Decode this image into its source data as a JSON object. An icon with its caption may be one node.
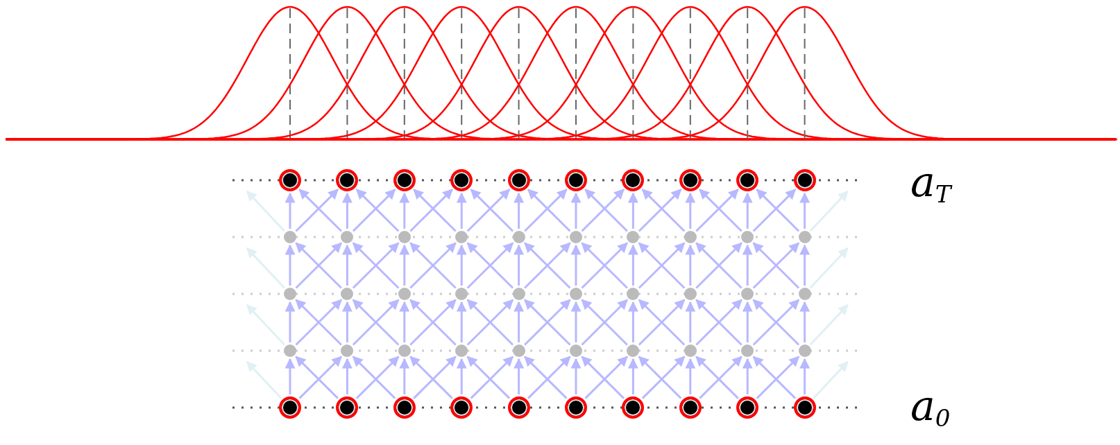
{
  "diagram": {
    "nodes": [
      {
        "text": [],
        "shape": "circle"
      },
      {
        "text": [],
        "shape": "circle"
      },
      {
        "text": [],
        "shape": "circle"
      },
      {
        "text": [],
        "shape": "circle"
      },
      {
        "text": [],
        "shape": "circle"
      },
      {
        "text": [],
        "shape": "circle"
      },
      {
        "text": [],
        "shape": "circle"
      },
      {
        "text": [],
        "shape": "circle"
      },
      {
        "text": [],
        "shape": "circle"
      },
      {
        "text": [],
        "shape": "circle"
      },
      {
        "text": [],
        "shape": "circle"
      },
      {
        "text": [],
        "shape": "circle"
      },
      {
        "text": [],
        "shape": "circle"
      },
      {
        "text": [],
        "shape": "circle"
      },
      {
        "text": [],
        "shape": "circle"
      },
      {
        "text": [],
        "shape": "circle"
      },
      {
        "text": [],
        "shape": "circle"
      },
      {
        "text": [],
        "shape": "circle"
      },
      {
        "text": [],
        "shape": "circle"
      },
      {
        "text": [],
        "shape": "circle"
      },
      {
        "text": [],
        "shape": "circle"
      },
      {
        "text": [],
        "shape": "circle"
      },
      {
        "text": [],
        "shape": "circle"
      },
      {
        "text": [],
        "shape": "circle"
      },
      {
        "text": [],
        "shape": "circle"
      },
      {
        "text": [],
        "shape": "circle"
      },
      {
        "text": [],
        "shape": "circle"
      },
      {
        "text": [],
        "shape": "circle"
      },
      {
        "text": [],
        "shape": "circle"
      },
      {
        "text": [],
        "shape": "circle"
      },
      {
        "text": [],
        "shape": "circle"
      },
      {
        "text": [],
        "shape": "circle"
      },
      {
        "text": [],
        "shape": "circle"
      },
      {
        "text": [],
        "shape": "circle"
      },
      {
        "text": [],
        "shape": "circle"
      },
      {
        "text": [],
        "shape": "circle"
      },
      {
        "text": [],
        "shape": "circle"
      },
      {
        "text": [],
        "shape": "circle"
      },
      {
        "text": [],
        "shape": "circle"
      },
      {
        "text": [],
        "shape": "circle"
      },
      {
        "text": [],
        "shape": "circle"
      },
      {
        "text": [],
        "shape": "circle"
      },
      {
        "text": [],
        "shape": "circle"
      },
      {
        "text": [],
        "shape": "circle"
      },
      {
        "text": [],
        "shape": "circle"
      },
      {
        "text": [],
        "shape": "circle"
      },
      {
        "text": [],
        "shape": "circle"
      },
      {
        "text": [],
        "shape": "circle"
      },
      {
        "text": [],
        "shape": "circle"
      },
      {
        "text": [],
        "shape": "circle"
      }
    ],
    "edges": [
      {
        "from": 40,
        "to": null,
        "arrow": "to",
        "color": "#e0f0f4"
      },
      {
        "from": 40,
        "to": 30,
        "arrow": "to"
      },
      {
        "from": 40,
        "to": 31,
        "arrow": "to"
      },
      {
        "from": 41,
        "to": 30,
        "arrow": "to"
      },
      {
        "from": 41,
        "to": 31,
        "arrow": "to"
      },
      {
        "from": 41,
        "to": 32,
        "arrow": "to"
      },
      {
        "from": 42,
        "to": 31,
        "arrow": "to"
      },
      {
        "from": 42,
        "to": 32,
        "arrow": "to"
      },
      {
        "from": 42,
        "to": 33,
        "arrow": "to"
      },
      {
        "from": 43,
        "to": 32,
        "arrow": "to"
      },
      {
        "from": 43,
        "to": 33,
        "arrow": "to"
      },
      {
        "from": 43,
        "to": 34,
        "arrow": "to"
      },
      {
        "from": 44,
        "to": 33,
        "arrow": "to"
      },
      {
        "from": 44,
        "to": 34,
        "arrow": "to"
      },
      {
        "from": 44,
        "to": 35,
        "arrow": "to"
      },
      {
        "from": 45,
        "to": 34,
        "arrow": "to"
      },
      {
        "from": 45,
        "to": 35,
        "arrow": "to"
      },
      {
        "from": 45,
        "to": 36,
        "arrow": "to"
      },
      {
        "from": 46,
        "to": 35,
        "arrow": "to"
      },
      {
        "from": 46,
        "to": 36,
        "arrow": "to"
      },
      {
        "from": 46,
        "to": 37,
        "arrow": "to"
      },
      {
        "from": 47,
        "to": 36,
        "arrow": "to"
      },
      {
        "from": 47,
        "to": 37,
        "arrow": "to"
      },
      {
        "from": 47,
        "to": 38,
        "arrow": "to"
      },
      {
        "from": 48,
        "to": 37,
        "arrow": "to"
      },
      {
        "from": 48,
        "to": 38,
        "arrow": "to"
      },
      {
        "from": 48,
        "to": 39,
        "arrow": "to"
      },
      {
        "from": 49,
        "to": 38,
        "arrow": "to"
      },
      {
        "from": 49,
        "to": 39,
        "arrow": "to"
      },
      {
        "from": 49,
        "to": null,
        "arrow": "to",
        "color": "#e0f0f4"
      },
      {
        "from": 30,
        "to": null,
        "arrow": "to",
        "color": "#e0f0f4"
      },
      {
        "from": 30,
        "to": 20,
        "arrow": "to"
      },
      {
        "from": 30,
        "to": 21,
        "arrow": "to"
      },
      {
        "from": 31,
        "to": 20,
        "arrow": "to"
      },
      {
        "from": 31,
        "to": 21,
        "arrow": "to"
      },
      {
        "from": 31,
        "to": 22,
        "arrow": "to"
      },
      {
        "from": 32,
        "to": 21,
        "arrow": "to"
      },
      {
        "from": 32,
        "to": 22,
        "arrow": "to"
      },
      {
        "from": 32,
        "to": 23,
        "arrow": "to"
      },
      {
        "from": 33,
        "to": 22,
        "arrow": "to"
      },
      {
        "from": 33,
        "to": 23,
        "arrow": "to"
      },
      {
        "from": 33,
        "to": 24,
        "arrow": "to"
      },
      {
        "from": 34,
        "to": 23,
        "arrow": "to"
      },
      {
        "from": 34,
        "to": 24,
        "arrow": "to"
      },
      {
        "from": 34,
        "to": 25,
        "arrow": "to"
      },
      {
        "from": 35,
        "to": 24,
        "arrow": "to"
      },
      {
        "from": 35,
        "to": 25,
        "arrow": "to"
      },
      {
        "from": 35,
        "to": 26,
        "arrow": "to"
      },
      {
        "from": 36,
        "to": 25,
        "arrow": "to"
      },
      {
        "from": 36,
        "to": 26,
        "arrow": "to"
      },
      {
        "from": 36,
        "to": 27,
        "arrow": "to"
      },
      {
        "from": 37,
        "to": 26,
        "arrow": "to"
      },
      {
        "from": 37,
        "to": 27,
        "arrow": "to"
      },
      {
        "from": 37,
        "to": 28,
        "arrow": "to"
      },
      {
        "from": 38,
        "to": 27,
        "arrow": "to"
      },
      {
        "from": 38,
        "to": 28,
        "arrow": "to"
      },
      {
        "from": 38,
        "to": 29,
        "arrow": "to"
      },
      {
        "from": 39,
        "to": 28,
        "arrow": "to"
      },
      {
        "from": 39,
        "to": 29,
        "arrow": "to"
      },
      {
        "from": 39,
        "to": null,
        "arrow": "to",
        "color": "#e0f0f4"
      },
      {
        "from": 20,
        "to": null,
        "arrow": "to",
        "color": "#e0f0f4"
      },
      {
        "from": 20,
        "to": 10,
        "arrow": "to"
      },
      {
        "from": 20,
        "to": 11,
        "arrow": "to"
      },
      {
        "from": 21,
        "to": 10,
        "arrow": "to"
      },
      {
        "from": 21,
        "to": 11,
        "arrow": "to"
      },
      {
        "from": 21,
        "to": 12,
        "arrow": "to"
      },
      {
        "from": 22,
        "to": 11,
        "arrow": "to"
      },
      {
        "from": 22,
        "to": 12,
        "arrow": "to"
      },
      {
        "from": 22,
        "to": 13,
        "arrow": "to"
      },
      {
        "from": 23,
        "to": 12,
        "arrow": "to"
      },
      {
        "from": 23,
        "to": 13,
        "arrow": "to"
      },
      {
        "from": 23,
        "to": 14,
        "arrow": "to"
      },
      {
        "from": 24,
        "to": 13,
        "arrow": "to"
      },
      {
        "from": 24,
        "to": 14,
        "arrow": "to"
      },
      {
        "from": 24,
        "to": 15,
        "arrow": "to"
      },
      {
        "from": 25,
        "to": 14,
        "arrow": "to"
      },
      {
        "from": 25,
        "to": 15,
        "arrow": "to"
      },
      {
        "from": 25,
        "to": 16,
        "arrow": "to"
      },
      {
        "from": 26,
        "to": 15,
        "arrow": "to"
      },
      {
        "from": 26,
        "to": 16,
        "arrow": "to"
      },
      {
        "from": 26,
        "to": 17,
        "arrow": "to"
      },
      {
        "from": 27,
        "to": 16,
        "arrow": "to"
      },
      {
        "from": 27,
        "to": 17,
        "arrow": "to"
      },
      {
        "from": 27,
        "to": 18,
        "arrow": "to"
      },
      {
        "from": 28,
        "to": 17,
        "arrow": "to"
      },
      {
        "from": 28,
        "to": 18,
        "arrow": "to"
      },
      {
        "from": 28,
        "to": 19,
        "arrow": "to"
      },
      {
        "from": 29,
        "to": 18,
        "arrow": "to"
      },
      {
        "from": 29,
        "to": 19,
        "arrow": "to"
      },
      {
        "from": 29,
        "to": null,
        "arrow": "to",
        "color": "#e0f0f4"
      },
      {
        "from": 10,
        "to": null,
        "arrow": "to",
        "color": "#e0f0f4"
      },
      {
        "from": 10,
        "to": 0,
        "arrow": "to"
      },
      {
        "from": 10,
        "to": 1,
        "arrow": "to"
      },
      {
        "from": 11,
        "to": 0,
        "arrow": "to"
      },
      {
        "from": 11,
        "to": 1,
        "arrow": "to"
      },
      {
        "from": 11,
        "to": 2,
        "arrow": "to"
      },
      {
        "from": 12,
        "to": 1,
        "arrow": "to"
      },
      {
        "from": 12,
        "to": 2,
        "arrow": "to"
      },
      {
        "from": 12,
        "to": 3,
        "arrow": "to"
      },
      {
        "from": 13,
        "to": 2,
        "arrow": "to"
      },
      {
        "from": 13,
        "to": 3,
        "arrow": "to"
      },
      {
        "from": 13,
        "to": 4,
        "arrow": "to"
      },
      {
        "from": 14,
        "to": 3,
        "arrow": "to"
      },
      {
        "from": 14,
        "to": 4,
        "arrow": "to"
      },
      {
        "from": 14,
        "to": 5,
        "arrow": "to"
      },
      {
        "from": 15,
        "to": 4,
        "arrow": "to"
      },
      {
        "from": 15,
        "to": 5,
        "arrow": "to"
      },
      {
        "from": 15,
        "to": 6,
        "arrow": "to"
      },
      {
        "from": 16,
        "to": 5,
        "arrow": "to"
      },
      {
        "from": 16,
        "to": 6,
        "arrow": "to"
      },
      {
        "from": 16,
        "to": 7,
        "arrow": "to"
      },
      {
        "from": 17,
        "to": 6,
        "arrow": "to"
      },
      {
        "from": 17,
        "to": 7,
        "arrow": "to"
      },
      {
        "from": 17,
        "to": 8,
        "arrow": "to"
      },
      {
        "from": 18,
        "to": 7,
        "arrow": "to"
      },
      {
        "from": 18,
        "to": 8,
        "arrow": "to"
      },
      {
        "from": 18,
        "to": 9,
        "arrow": "to"
      },
      {
        "from": 19,
        "to": 8,
        "arrow": "to"
      },
      {
        "from": 19,
        "to": 9,
        "arrow": "to"
      },
      {
        "from": 19,
        "to": null,
        "arrow": "to",
        "color": "#e0f0f4"
      }
    ],
    "labels": [
      "a$_{T}$",
      "a$_{0}$"
    ]
  }
}
